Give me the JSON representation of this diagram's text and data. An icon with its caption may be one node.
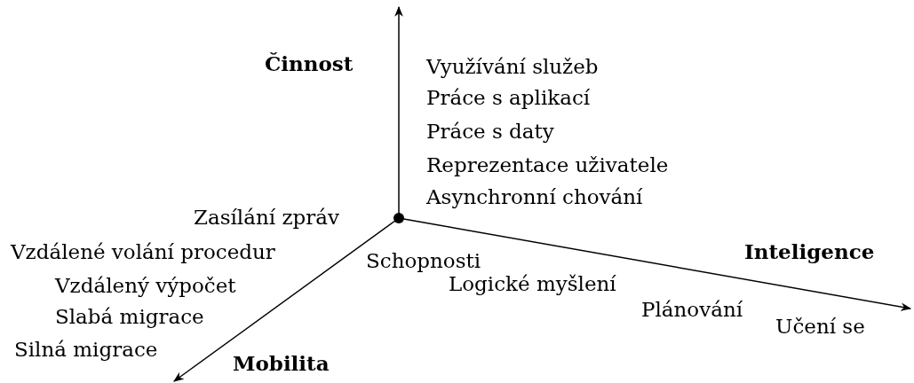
{
  "diagram": {
    "labels": [
      "Činnost",
      "Využívání služeb",
      "Práce s aplikací",
      "Práce s daty",
      "Reprezentace uživatele",
      "Asynchronní chování",
      "Zasílání zpráv",
      "Inteligence",
      "Vzdálené volání procedur",
      "Schopnosti",
      "Vzdálený výpočet",
      "Logické myšlení",
      "Slabá migrace",
      "Plánování",
      "Učení se",
      "Silná migrace",
      "Mobilita"
    ]
  }
}
